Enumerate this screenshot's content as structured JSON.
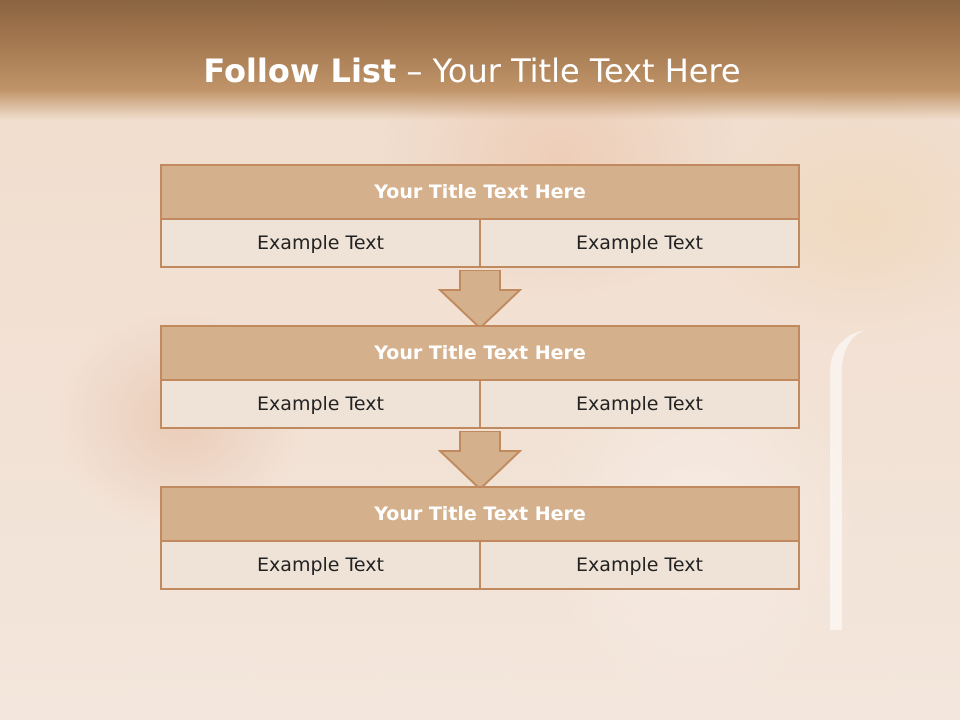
{
  "slide": {
    "title_bold": "Follow List",
    "title_rest": " – Your Title Text Here"
  },
  "steps": [
    {
      "title": "Your Title Text Here",
      "left": "Example Text",
      "right": "Example Text"
    },
    {
      "title": "Your Title Text Here",
      "left": "Example Text",
      "right": "Example Text"
    },
    {
      "title": "Your Title Text Here",
      "left": "Example Text",
      "right": "Example Text"
    }
  ],
  "colors": {
    "header_fill": "#d4b08c",
    "border": "#c08a5e",
    "cell_fill": "#efe2d7"
  }
}
